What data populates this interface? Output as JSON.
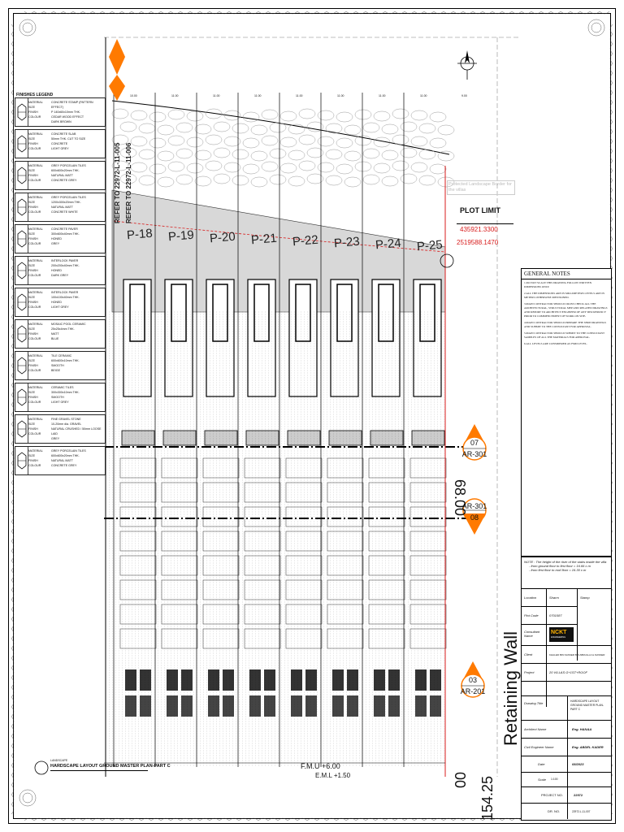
{
  "legend": {
    "title": "FINISHES LEGEND",
    "keys": [
      "MATERIAL",
      "SIZE",
      "FINISH",
      "COLOUR"
    ],
    "items": [
      {
        "lines": [
          "CONCRETE STAMP (PATTERN EFFECT)",
          "P 140x60x10mm THK.",
          "CEDAR WOOD EFFECT",
          "DARK BROWN"
        ]
      },
      {
        "lines": [
          "CONCRETE SLAB",
          "50mm THK. CUT TO SIZE",
          "CONCRETE",
          "LIGHT GREY"
        ]
      },
      {
        "lines": [
          "GREY PORCELAIN TILES",
          "600x600x20mm THK.",
          "NATURAL MATT",
          "CONCRETE GREY"
        ]
      },
      {
        "lines": [
          "GREY PORCELAIN TILES",
          "1200x300x20mm THK.",
          "NATURAL MATT",
          "CONCRETE WHITE"
        ]
      },
      {
        "lines": [
          "CONCRETE PAVER",
          "300x600x40mm THK.",
          "HONED",
          "GREY"
        ]
      },
      {
        "lines": [
          "INTERLOCK PAVER",
          "200x200x40mm THK.",
          "HONED",
          "DARK GREY"
        ]
      },
      {
        "lines": [
          "INTERLOCK PAVER",
          "100x100x40mm THK.",
          "HONED",
          "LIGHT GREY"
        ]
      },
      {
        "lines": [
          "MOSAIC POOL CERAMIC",
          "25x25x4mm THK.",
          "MATT",
          "BLUE"
        ]
      },
      {
        "lines": [
          "TILE CERAMIC",
          "600x600x10mm THK.",
          "SMOOTH",
          "BEIGE"
        ]
      },
      {
        "lines": [
          "CERAMIC TILES",
          "300x300x10mm THK.",
          "SMOOTH",
          "LIGHT GREY"
        ]
      },
      {
        "lines": [
          "FINE GRAVEL STONE",
          "10-20mm dia. GRAVEL",
          "NATURAL CRUSHED / 50mm LOOSE LAID",
          "GREY"
        ]
      },
      {
        "lines": [
          "GREY PORCELAIN TILES",
          "600x600x20mm THK.",
          "NATURAL MATT",
          "CONCRETE GREY"
        ]
      }
    ]
  },
  "plan": {
    "refer_text_1": "REFER TO 22972-L-11-005",
    "refer_text_2": "REFER TO 22972-L-11-006",
    "protected_text": "Protected Landscape Border for the villas",
    "plot_limit": "PLOT LIMIT",
    "coord_1": "435921.3300",
    "coord_2": "2519588.1470",
    "plots": [
      "P-18",
      "P-19",
      "P-20",
      "P-21",
      "P-22",
      "P-23",
      "P-24",
      "P-25"
    ],
    "dim_length": "154.25",
    "dim_width": "68.00",
    "wall_text": "Retaining Wall",
    "ffl_1": "F.M.U +6.00",
    "ffl_2": "E.M.L +1.50",
    "drawing_caption_small": "LANDSCAPE",
    "drawing_caption": "HARDSCAPE LAYOUT GROUND MASTER PLAN-PART C",
    "grid_ticks": [
      "10.00",
      "11.00",
      "11.00",
      "11.00",
      "11.00",
      "11.00",
      "11.00",
      "11.00",
      "9.00"
    ],
    "section_markers": [
      {
        "num": "07",
        "ref": "AR-301"
      },
      {
        "num": "08",
        "ref": "AR-301"
      },
      {
        "num": "03",
        "ref": "AR-201"
      }
    ]
  },
  "notes": {
    "title": "GENERAL NOTES",
    "items": [
      "1.DO NOT SCALE THIS DRAWING FOLLOW WRITTEN DIMENSIONS ONLY.",
      "2.ALL THE DIMENSIONS ARE IN MILLIMETERS LEVELS ARE IN METERS OTHERWISE MENTIONED.",
      "3.MAIN CONTRACTOR SHOULD CROSS CHECK ALL THE ARCHITECTURAL, STRUCTURAL MEP AND RELATED DRAWINGS AND REPORT TO ARCHITECT/ENGINEER OF ANY DISCREPANCY PRIOR TO COMMENCEMENT OF WORK ON SITE.",
      "4.MAIN CONTRACTOR SHOULD PREPARE THE SHOP DRAWINGS AND SUBMIT TO THE CONSULTANT FOR APPROVAL.",
      "5.MAIN CONTRACTOR SHOULD SUBMIT TO THE CONSULTANT SAMPLES OF ALL THE MATERIALS FOR APPROVAL.",
      "6.ALL LEVELS ARE CONSIDERED AS FMD LEVEL."
    ],
    "note_heading": "NOTE : The height of the riser of the stairs inside the villa",
    "note_lines": [
      "- from ground floor to first floor = 16.66 c.m",
      "- from first floor to roof floor = 16.30 c.m"
    ]
  },
  "title_block": {
    "location_label": "Location",
    "location_value": "Sharm",
    "stamp_label": "Stamp",
    "plot_label": "Plot Code",
    "plot_value": "0701087",
    "consultant_label": "Consultant Name",
    "consultant_logo": "NCKT",
    "consultant_logo2": "ENGINEERING",
    "client_label": "Client",
    "client_value": "KHALED BIN NASSER BIN ABDULLA AL NASSER",
    "project_label": "Project",
    "project_value": "20 VILLAS G+1ST+ROOF",
    "title_label": "Drawing Title",
    "title_value": "HARDSCAPE LAYOUT GROUND MASTER PLAN-PART C",
    "arch_label": "Architect Name",
    "arch_value": "Eng. HANAA",
    "civil_label": "Civil Engineer Name",
    "civil_value": "Eng. ABDEL KADER",
    "date_label": "Date",
    "date_value": "08/2023",
    "scale_label": "Scale",
    "scale_value": "1:100",
    "project_no_label": "PROJECT NO.",
    "project_no_value": "22972",
    "dr_no_label": "DR. NO.",
    "dr_no_value": "22972-L-11-007"
  },
  "colors": {
    "accent": "#ff7a00",
    "red": "#d81c1c",
    "line": "#111111"
  }
}
